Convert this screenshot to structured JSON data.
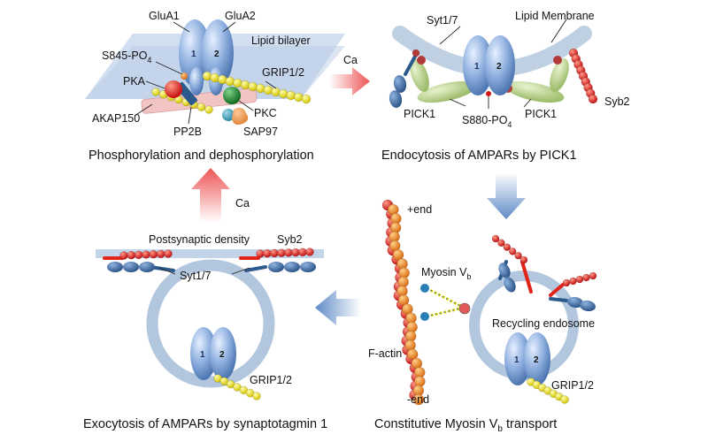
{
  "panels": {
    "phospho": {
      "caption": "Phosphorylation and dephosphorylation",
      "labels": {
        "glua1": "GluA1",
        "glua2": "GluA2",
        "s845": "S845-PO",
        "s845_sub": "4",
        "lipid_bilayer": "Lipid bilayer",
        "grip": "GRIP1/2",
        "pka": "PKA",
        "akap": "AKAP150",
        "pkc": "PKC",
        "pp2b": "PP2B",
        "sap97": "SAP97"
      }
    },
    "endocytosis": {
      "caption": "Endocytosis of AMPARs by PICK1",
      "labels": {
        "syt": "Syt1/7",
        "lipid_membrane": "Lipid Membrane",
        "pick1_left": "PICK1",
        "pick1_right": "PICK1",
        "s880": "S880-PO",
        "s880_sub": "4",
        "syb2": "Syb2"
      }
    },
    "myosin": {
      "caption": "Constitutive Myosin V",
      "caption_sub": "b",
      "caption_tail": " transport",
      "labels": {
        "plus_end": "+end",
        "minus_end": "-end",
        "myosin": "Myosin V",
        "myosin_sub": "b",
        "factin": "F-actin",
        "recycling": "Recycling endosome",
        "grip": "GRIP1/2"
      }
    },
    "exocytosis": {
      "caption": "Exocytosis of AMPARs by synaptotagmin 1",
      "labels": {
        "psd": "Postsynaptic density",
        "syb2": "Syb2",
        "syt": "Syt1/7",
        "grip": "GRIP1/2"
      }
    }
  },
  "arrows": {
    "ca_top": "Ca",
    "ca_left": "Ca"
  },
  "subunit_numbers": {
    "one": "1",
    "two": "2"
  },
  "colors": {
    "receptor": "#7fa3d6",
    "membrane": "#b8c9e0",
    "ring": "#a9bfd8",
    "grip_yellow": "#f2e600",
    "synaptobrevin_red": "#e2231a",
    "actin_orange": "#f08a24",
    "pick1_green": "#c6d9a0",
    "syt_blue": "#3f6a9a",
    "pka_red": "#e01b1b",
    "pkc_green": "#1c8a2e",
    "akap_pink": "#f2c4c4",
    "ca_arrow": "#f06060",
    "flow_arrow": "#6c93c9"
  }
}
